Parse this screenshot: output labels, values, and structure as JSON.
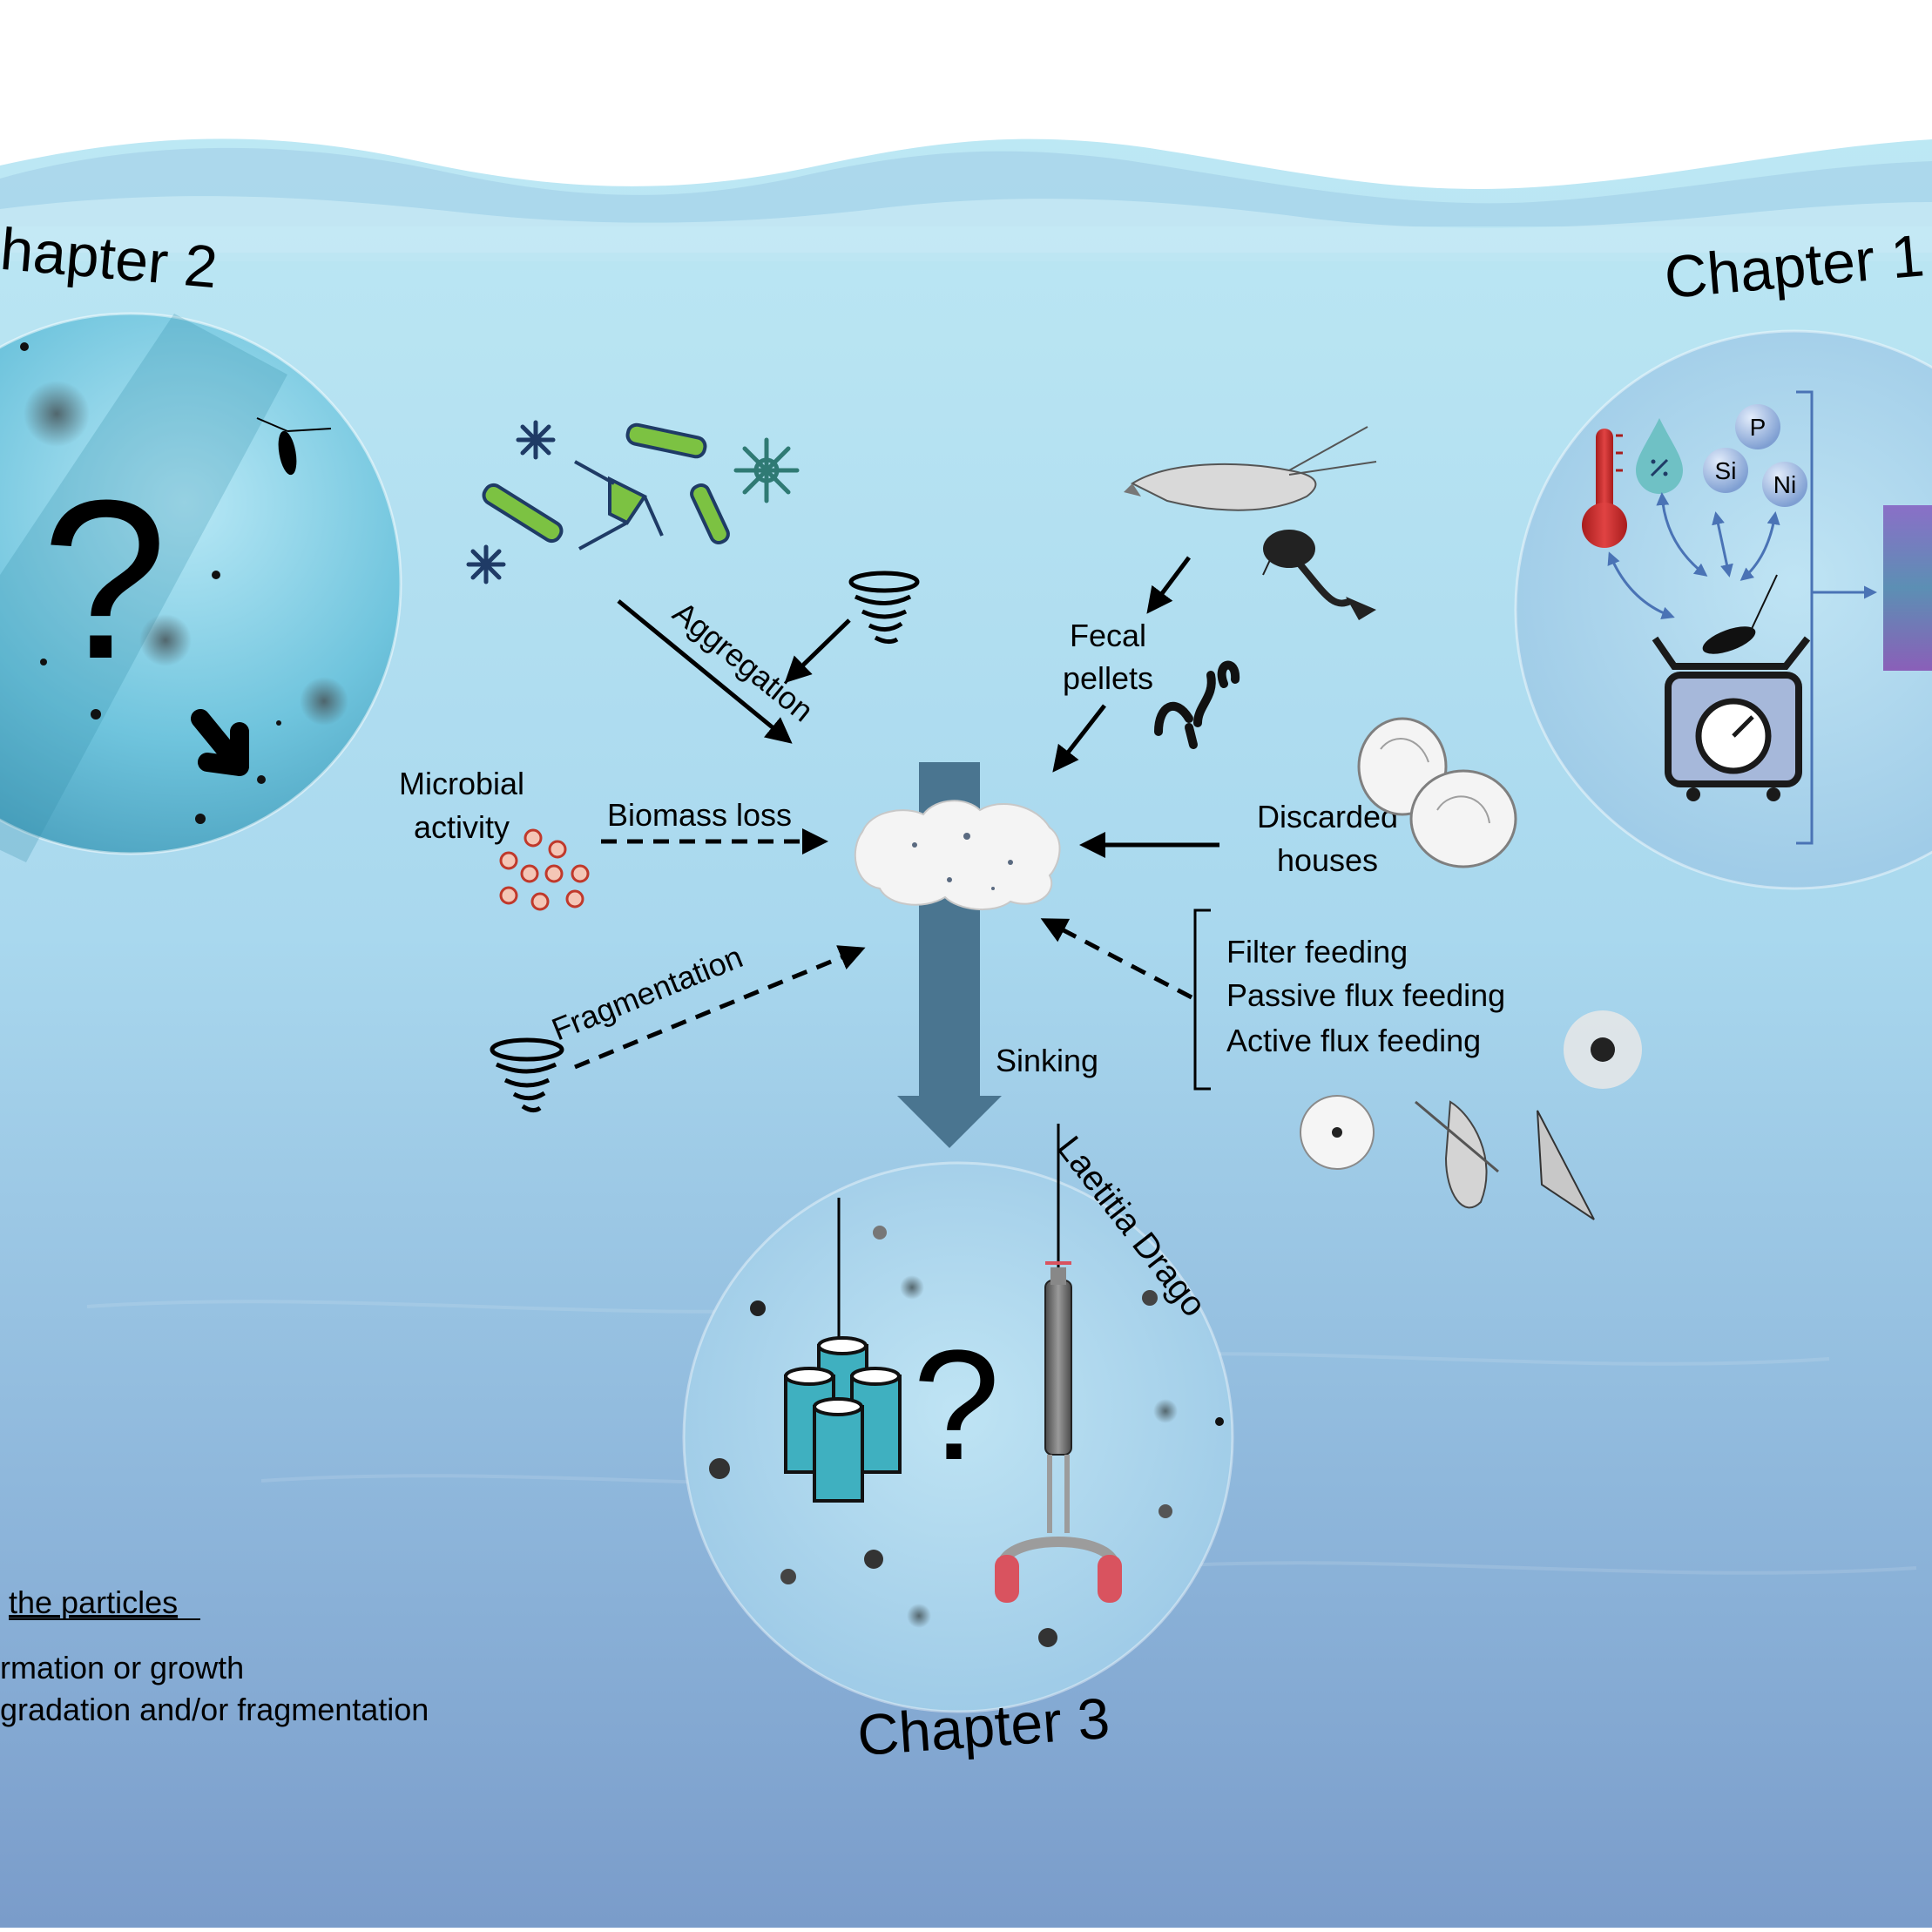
{
  "chapters": {
    "left_title": "hapter 2",
    "right_title": "Chapter 1",
    "bottom_title": "Chapter 3"
  },
  "symbols": {
    "question_mark": "?"
  },
  "processes": {
    "aggregation": "Aggregation",
    "fecal_line1": "Fecal",
    "fecal_line2": "pellets",
    "microbial_line1": "Microbial",
    "microbial_line2": "activity",
    "biomass_loss": "Biomass loss",
    "discarded_line1": "Discarded",
    "discarded_line2": "houses",
    "fragmentation": "Fragmentation",
    "feeding": [
      "Filter feeding",
      "Passive flux feeding",
      "Active flux feeding"
    ],
    "sinking": "Sinking"
  },
  "author": "Laetitia Drago",
  "legend": {
    "title": "the particles",
    "item1": "rmation or growth",
    "item2": "gradation and/or fragmentation"
  },
  "nutrients": [
    "P",
    "Si",
    "Ni"
  ],
  "colors": {
    "sea_top": "#b9e6f3",
    "sea_bottom": "#7a9fcb",
    "wave_light": "#cdebf3",
    "wave_mid": "#a7d5ea",
    "sink_column": "#4a7590",
    "diatom_green": "#7cc242",
    "star_blue": "#1f3b66",
    "star_teal": "#2f7a74",
    "microbe_fill": "#f4c6b6",
    "microbe_stroke": "#c0392b",
    "thermometer": "#d62e2e",
    "scale_body": "#a6b8da",
    "cylinder": "#3fb0c0",
    "float_body": "#6b6b6b",
    "float_pads": "#d9535f"
  },
  "icons": [
    "diatom-cluster-icon",
    "tornado-icon",
    "microbe-icon",
    "thermometer-icon",
    "droplet-icon",
    "nutrient-bubbles-icon",
    "scale-icon",
    "bottle-rosette-icon",
    "profiling-float-icon",
    "copepod-icon",
    "marine-snow-icon"
  ]
}
